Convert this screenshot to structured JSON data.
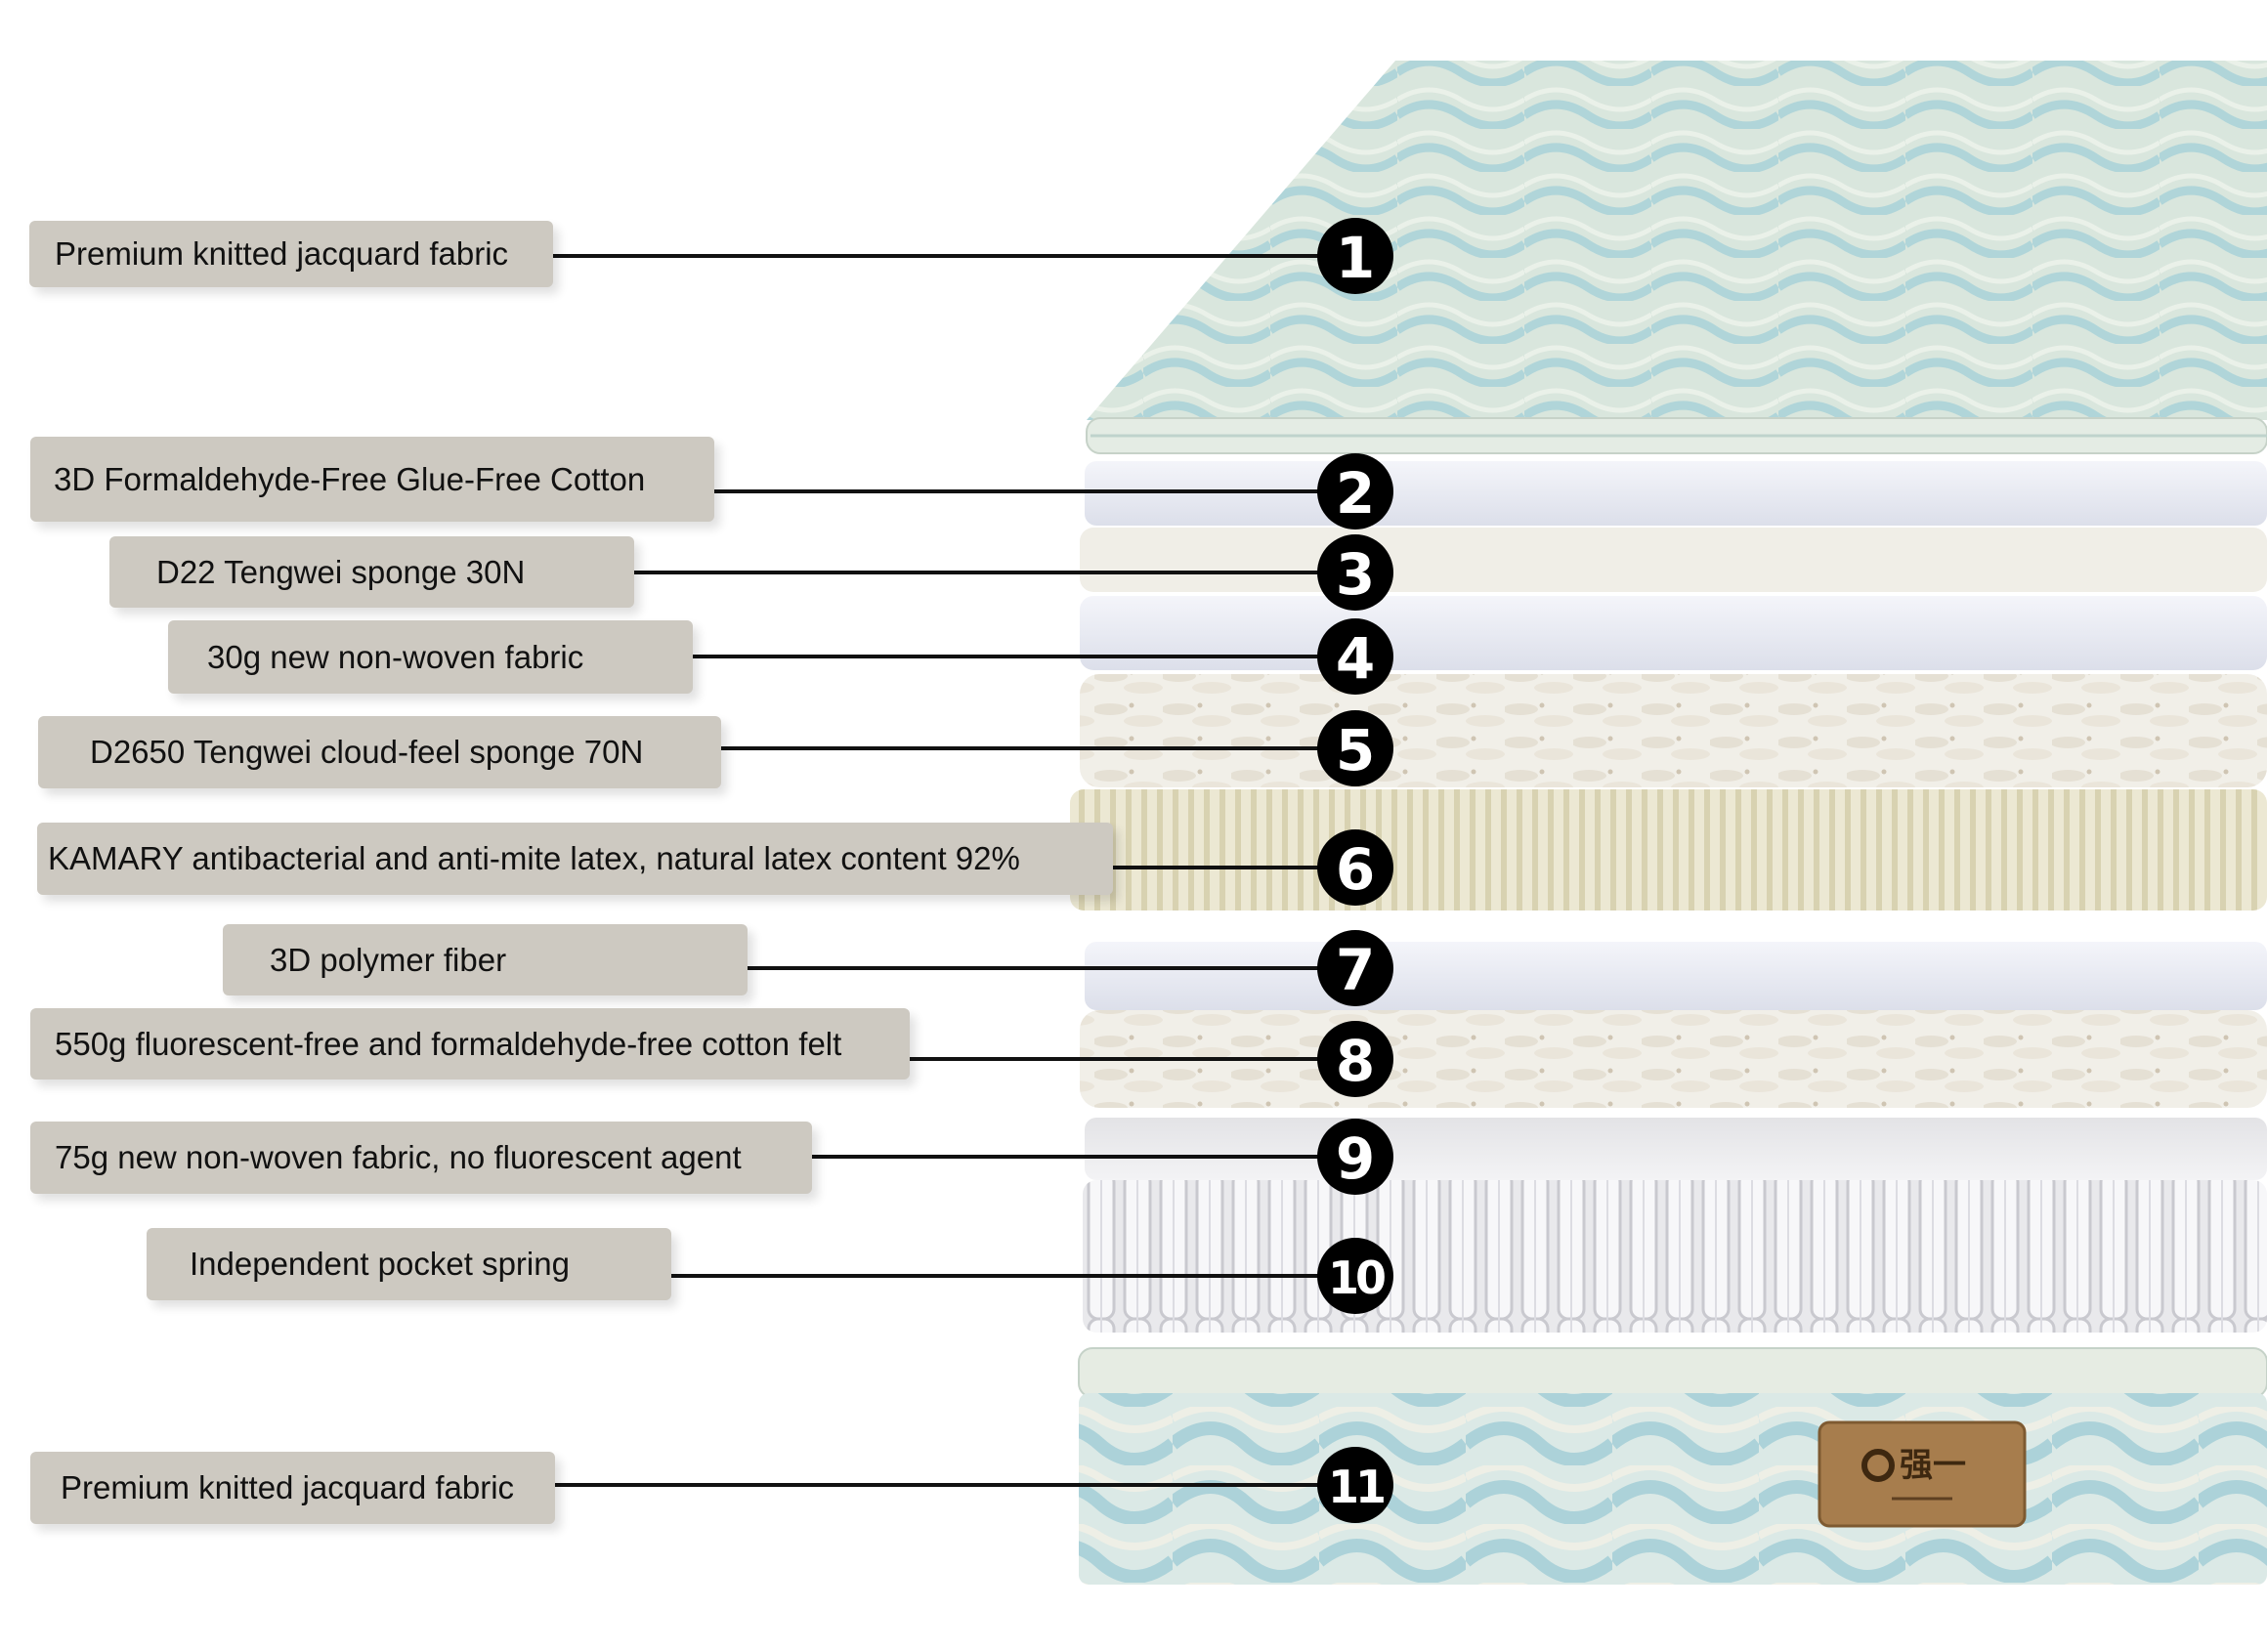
{
  "layers": [
    {
      "number": "1",
      "label": "Premium knitted jacquard fabric"
    },
    {
      "number": "2",
      "label": "3D Formaldehyde-Free Glue-Free Cotton"
    },
    {
      "number": "3",
      "label": "D22 Tengwei sponge 30N"
    },
    {
      "number": "4",
      "label": "30g new non-woven fabric"
    },
    {
      "number": "5",
      "label": "D2650 Tengwei cloud-feel sponge 70N"
    },
    {
      "number": "6",
      "label": "KAMARY antibacterial and anti-mite latex, natural latex content 92%"
    },
    {
      "number": "7",
      "label": "3D polymer fiber"
    },
    {
      "number": "8",
      "label": "550g fluorescent-free and formaldehyde-free cotton felt"
    },
    {
      "number": "9",
      "label": "75g new non-woven fabric, no fluorescent agent"
    },
    {
      "number": "10",
      "label": "Independent pocket spring"
    },
    {
      "number": "11",
      "label": "Premium knitted jacquard fabric"
    }
  ],
  "brand_tag": {
    "text": "强一",
    "icon": "brand-logo-icon"
  },
  "colors": {
    "label_bg": "#cdc9c1",
    "leader_line": "#111111",
    "badge": "#000000",
    "jacquard": "#d6e4da",
    "jacquard_accent": "#a9d2d8",
    "non_woven": "#e6e9f2",
    "sponge": "#efede6",
    "latex": "#e5e1c8",
    "brand_tag": "#a77d4d"
  }
}
